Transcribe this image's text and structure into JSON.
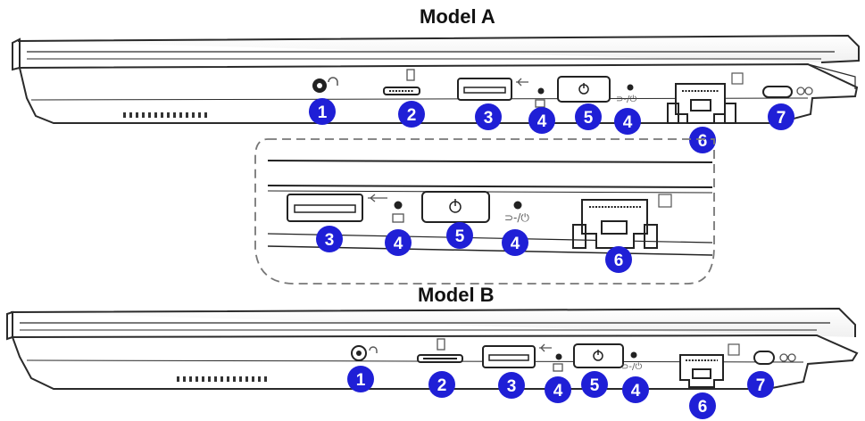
{
  "titles": {
    "model_a": "Model A",
    "model_b": "Model B"
  },
  "colors": {
    "callout_fill": "#1f1fd6",
    "callout_text": "#ffffff",
    "outline": "#2a2a2a",
    "inset_border": "#777777"
  },
  "model_a": {
    "callouts": [
      "1",
      "2",
      "3",
      "4",
      "5",
      "4",
      "6",
      "7"
    ],
    "icons": [
      "headphone-mic-jack-icon",
      "card-reader-icon",
      "usb-icon",
      "battery-led-icon",
      "power-button-icon",
      "power-led-icon",
      "ethernet-icon",
      "security-lock-icon"
    ]
  },
  "inset": {
    "callouts": [
      "3",
      "4",
      "5",
      "4",
      "6"
    ]
  },
  "model_b": {
    "callouts": [
      "1",
      "2",
      "3",
      "4",
      "5",
      "4",
      "6",
      "7"
    ]
  }
}
